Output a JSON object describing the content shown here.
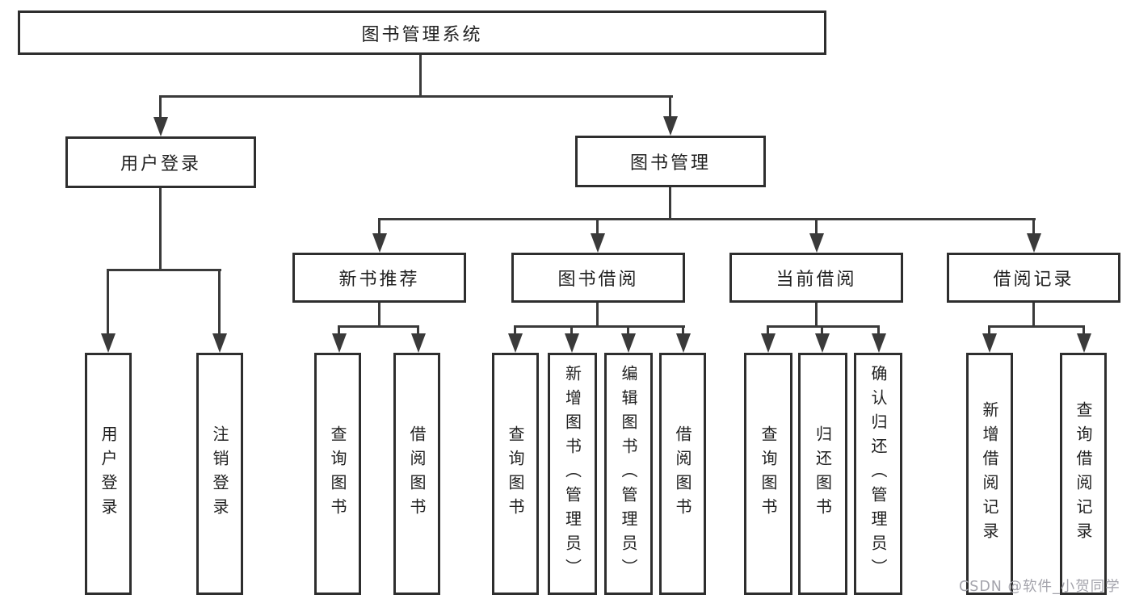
{
  "diagram": {
    "root": {
      "label": "图书管理系统"
    },
    "level2": [
      {
        "label": "用户登录"
      },
      {
        "label": "图书管理"
      }
    ],
    "level3": [
      {
        "label": "新书推荐"
      },
      {
        "label": "图书借阅"
      },
      {
        "label": "当前借阅"
      },
      {
        "label": "借阅记录"
      }
    ],
    "leaves": {
      "user_login": [
        "用户登录",
        "注销登录"
      ],
      "new_book": [
        "查询图书",
        "借阅图书"
      ],
      "book_borrow": [
        "查询图书",
        "新增图书（管理员）",
        "编辑图书（管理员）",
        "借阅图书"
      ],
      "current_borrow": [
        "查询图书",
        "归还图书",
        "确认归还（管理员）"
      ],
      "borrow_records": [
        "新增借阅记录",
        "查询借阅记录"
      ]
    },
    "colors": {
      "line": "#3a3a3a",
      "border": "#2e2e2e",
      "text": "#212121",
      "background": "#ffffff",
      "watermark": "#a4a4ac"
    }
  },
  "watermark": {
    "text": "CSDN @软件_小贺同学"
  }
}
